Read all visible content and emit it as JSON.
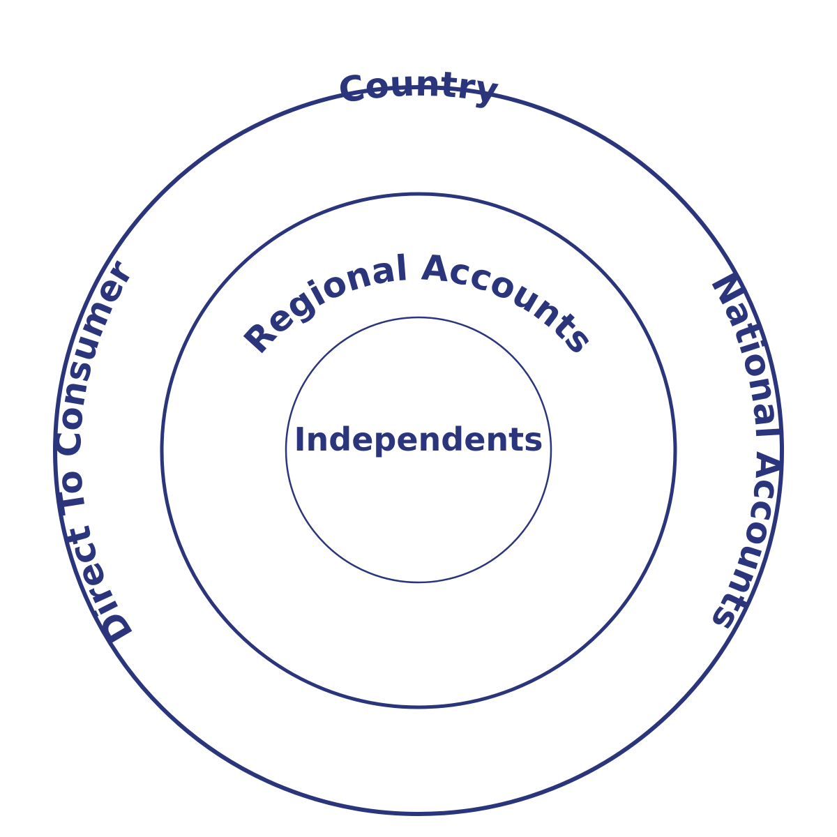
{
  "diagram": {
    "colors": {
      "stroke": "#2a357b",
      "text": "#2a357b",
      "background": "#ffffff"
    },
    "labels": {
      "country": "Country",
      "direct_to_consumer": "Direct To Consumer",
      "national_accounts": "National Accounts",
      "regional_accounts": "Regional Accounts",
      "independents": "Independents"
    }
  }
}
